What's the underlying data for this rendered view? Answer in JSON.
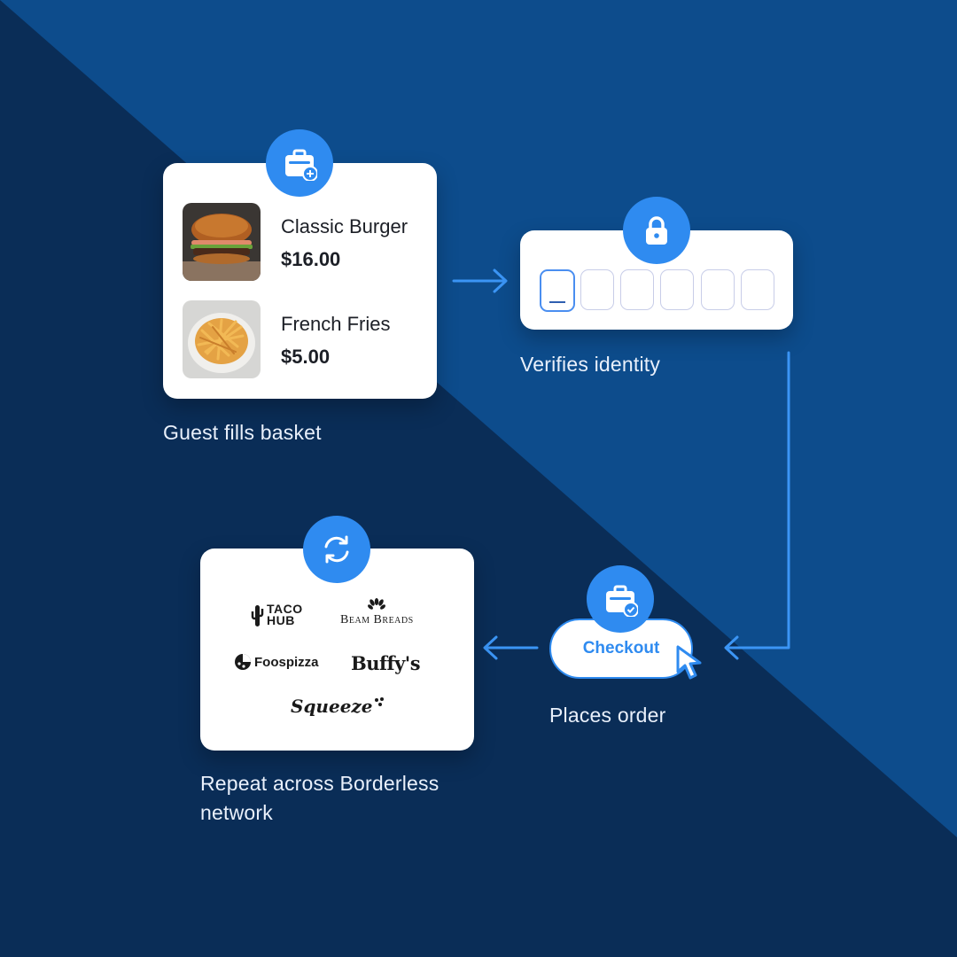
{
  "steps": {
    "basket": {
      "caption": "Guest fills basket",
      "icon": "shopping-bag-add-icon",
      "items": [
        {
          "name": "Classic Burger",
          "price": "$16.00",
          "image": "burger-image"
        },
        {
          "name": "French Fries",
          "price": "$5.00",
          "image": "fries-image"
        }
      ]
    },
    "verify": {
      "caption": "Verifies identity",
      "icon": "lock-icon",
      "code_boxes": 6
    },
    "checkout": {
      "caption": "Places order",
      "icon": "shopping-bag-check-icon",
      "button_label": "Checkout"
    },
    "repeat": {
      "caption_line1": "Repeat across Borderless",
      "caption_line2": "network",
      "icon": "refresh-icon",
      "logos": {
        "taco_line1": "TACO",
        "taco_line2": "HUB",
        "beam": "Beam Breads",
        "foos": "Foospizza",
        "buffy": "Buffy's",
        "squeeze": "Squeeze"
      }
    }
  },
  "colors": {
    "background_dark": "#0a2d57",
    "background_light": "#0d4c8c",
    "accent": "#2f8bf0",
    "card": "#ffffff",
    "caption": "#e9f0fb"
  }
}
